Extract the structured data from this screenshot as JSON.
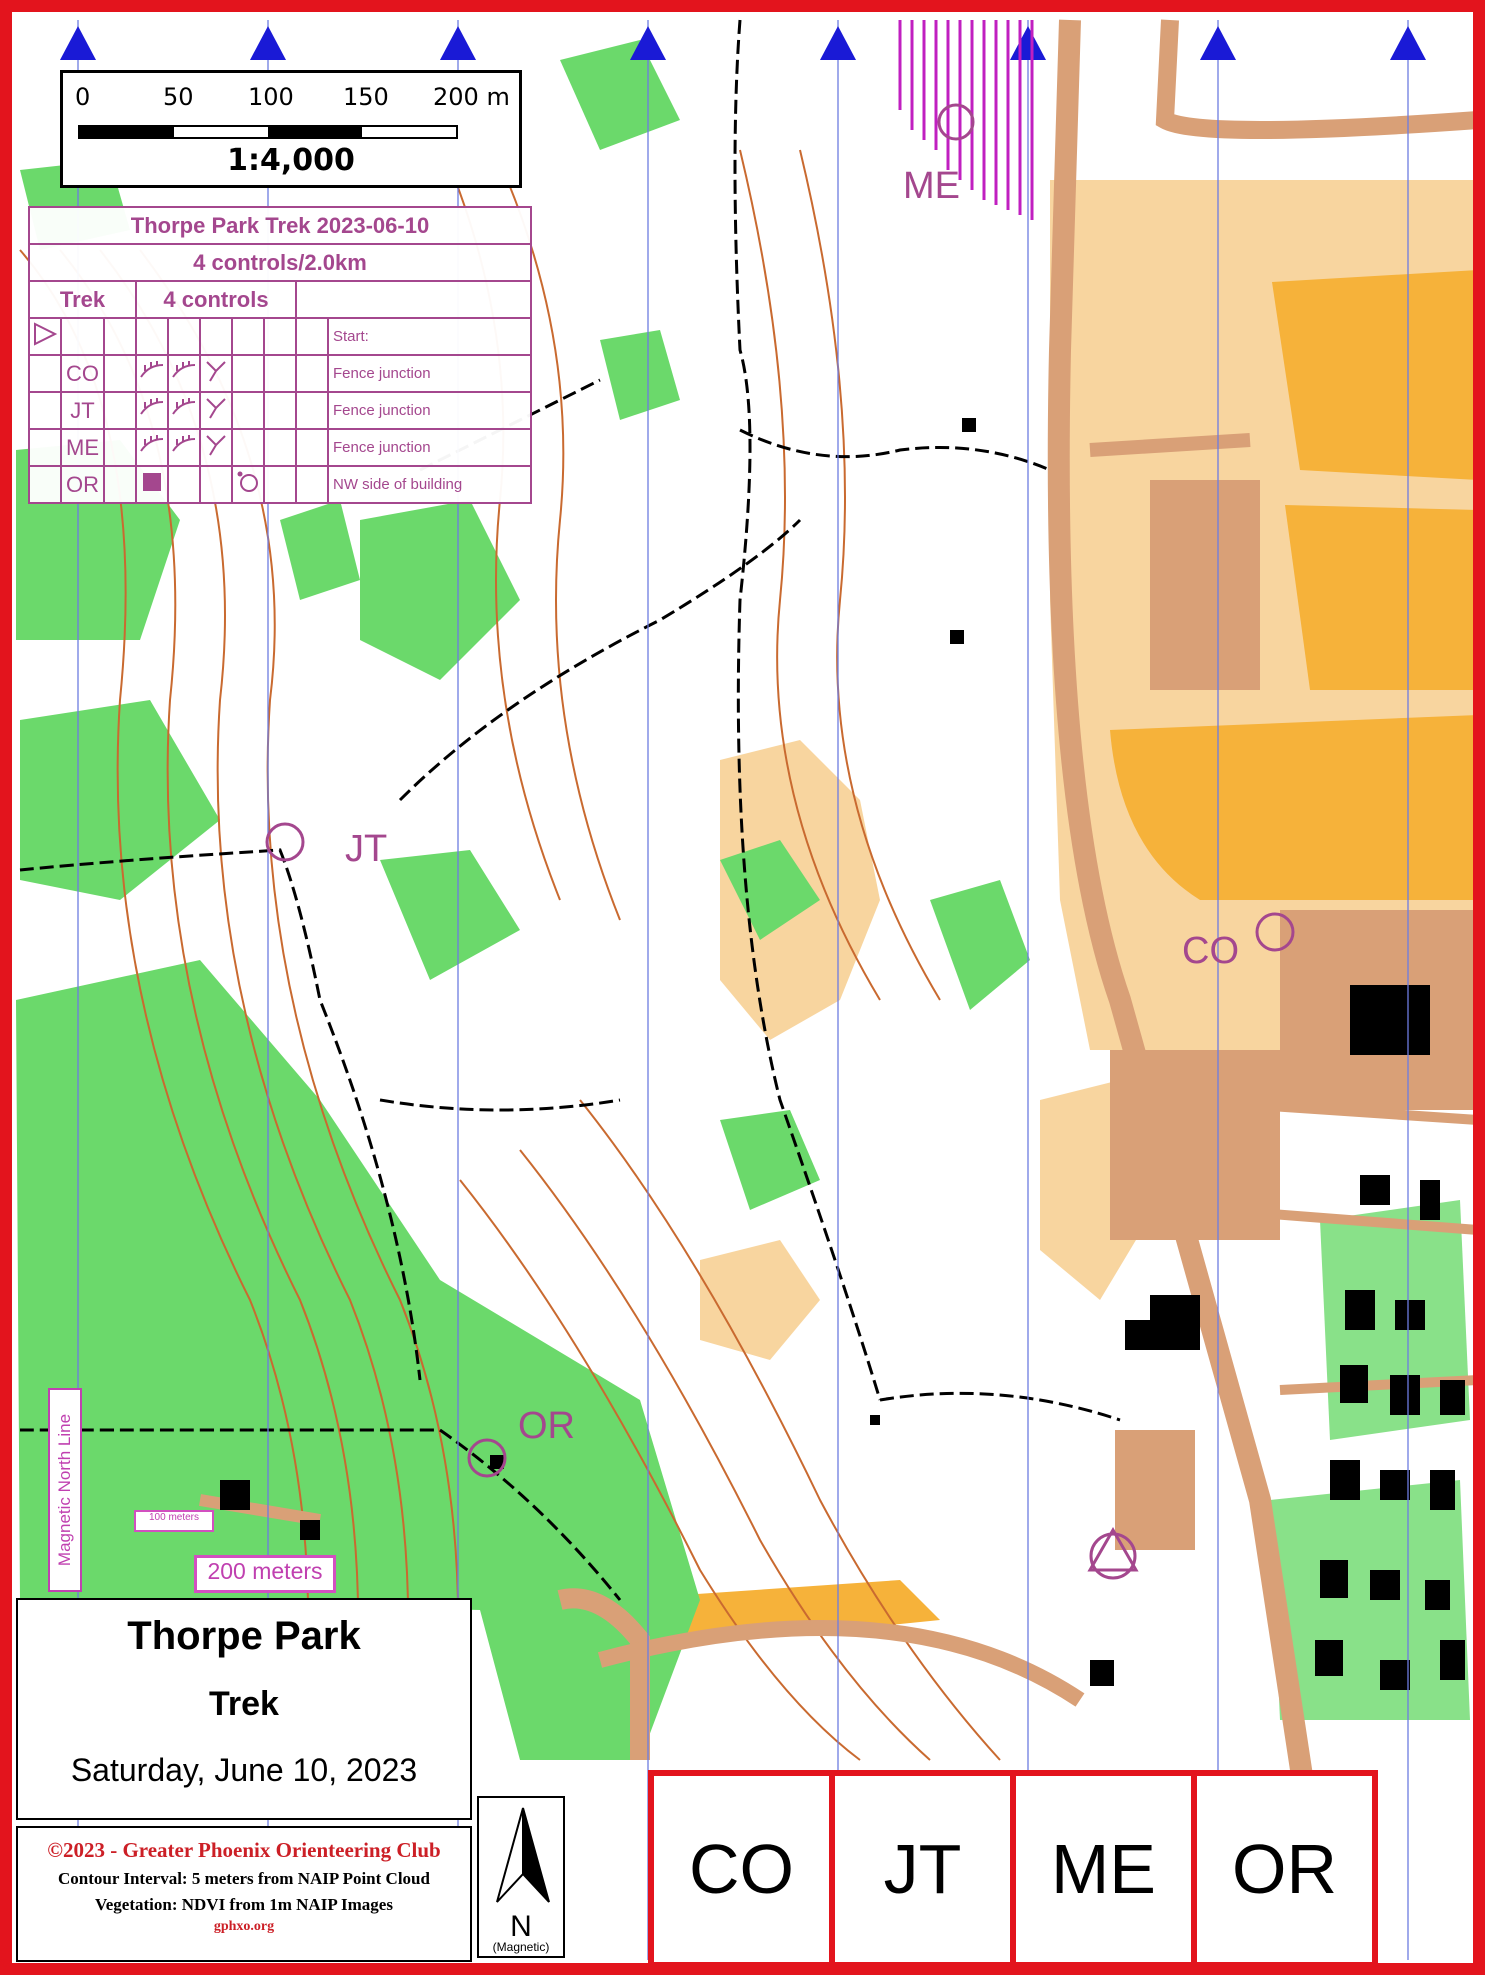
{
  "scale_bar": {
    "ticks": [
      "0",
      "50",
      "100",
      "150",
      "200 m"
    ],
    "ratio": "1:4,000"
  },
  "control_descriptions": {
    "title": "Thorpe Park Trek 2023-06-10",
    "summary": "4 controls/2.0km",
    "course_name": "Trek",
    "course_controls": "4 controls",
    "rows": [
      {
        "code": "",
        "description": "Start:"
      },
      {
        "code": "CO",
        "description": "Fence junction"
      },
      {
        "code": "JT",
        "description": "Fence junction"
      },
      {
        "code": "ME",
        "description": "Fence junction"
      },
      {
        "code": "OR",
        "description": "NW side of building"
      }
    ]
  },
  "controls_on_map": [
    "ME",
    "JT",
    "CO",
    "OR"
  ],
  "title_box": {
    "title": "Thorpe Park",
    "course": "Trek",
    "date": "Saturday, June 10, 2023"
  },
  "credits": {
    "copyright": "©2023 - Greater Phoenix Orienteering Club",
    "contour": "Contour Interval: 5 meters from NAIP Point Cloud",
    "vegetation": "Vegetation: NDVI from 1m NAIP Images",
    "site": "gphxo.org"
  },
  "north_arrow": {
    "letter": "N",
    "sub": "(Magnetic)"
  },
  "magnetic_label": "Magnetic North Line",
  "distance_labels": {
    "large": "200 meters",
    "small": "100 meters"
  },
  "control_codes": [
    "CO",
    "JT",
    "ME",
    "OR"
  ],
  "colors": {
    "frame": "#e3141d",
    "course": "#a4478e",
    "vegetation": "#6bd96b",
    "open_land": "#f8d39a",
    "rough_open": "#f6b23a",
    "paved": "#d9a077",
    "contour": "#c96a30",
    "north_lines": "#6d7ce0",
    "building": "#000000"
  }
}
